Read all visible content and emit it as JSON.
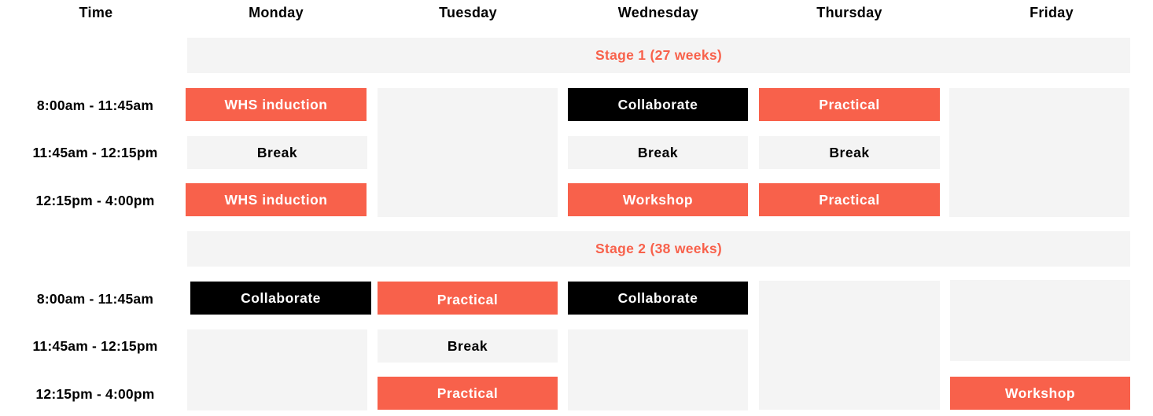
{
  "headers": {
    "time": "Time",
    "days": [
      "Monday",
      "Tuesday",
      "Wednesday",
      "Thursday",
      "Friday"
    ]
  },
  "stages": [
    {
      "title": "Stage 1 (27 weeks)",
      "times": [
        "8:00am - 11:45am",
        "11:45am - 12:15pm",
        "12:15pm - 4:00pm"
      ],
      "monday": [
        "WHS induction",
        "Break",
        "WHS induction"
      ],
      "tuesday": [],
      "wednesday": [
        "Collaborate",
        "Break",
        "Workshop"
      ],
      "thursday": [
        "Practical",
        "Break",
        "Practical"
      ],
      "friday": []
    },
    {
      "title": "Stage 2 (38 weeks)",
      "times": [
        "8:00am - 11:45am",
        "11:45am - 12:15pm",
        "12:15pm - 4:00pm"
      ],
      "monday": [
        "Collaborate"
      ],
      "tuesday": [
        "Practical",
        "Break",
        "Practical"
      ],
      "wednesday": [
        "Collaborate"
      ],
      "thursday": [],
      "friday": [
        "Workshop"
      ]
    }
  ],
  "colors": {
    "accent": "#f8614b",
    "dark": "#000000",
    "empty": "#f4f4f4"
  }
}
